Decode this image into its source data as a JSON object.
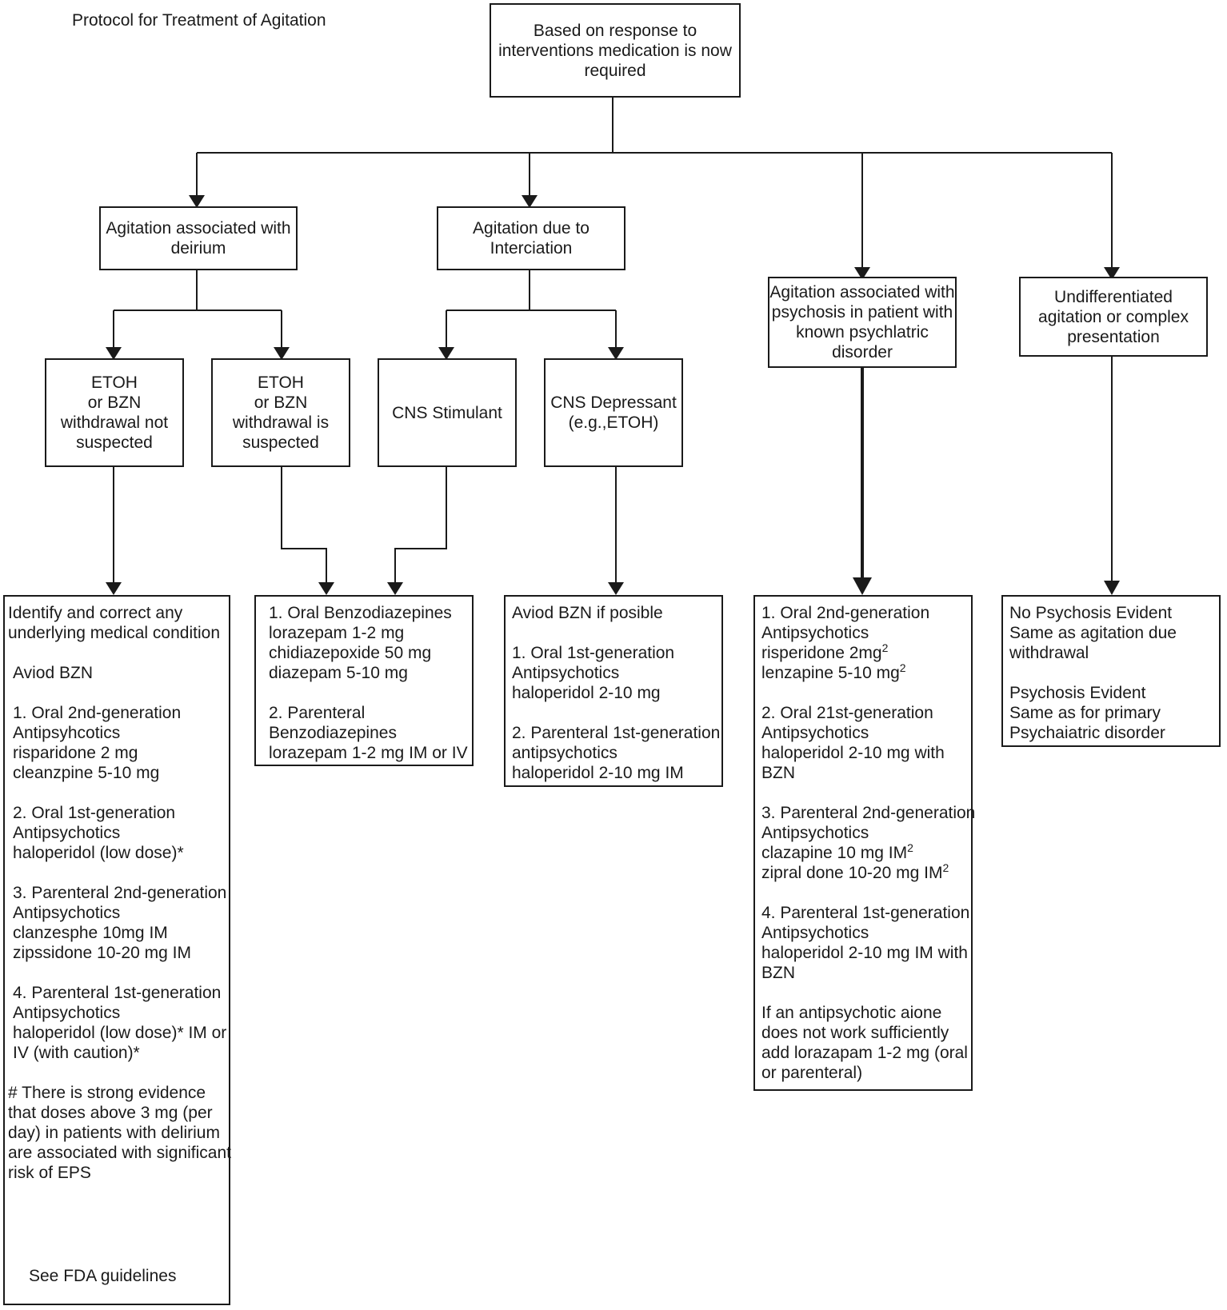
{
  "title": "Protocol for Treatment of Agitation",
  "root": {
    "lines": [
      "Based on response to",
      "interventions medication is now",
      "required"
    ]
  },
  "delirium": {
    "lines": [
      "Agitation associated with",
      "deirium"
    ]
  },
  "intoxication": {
    "lines": [
      "Agitation due to",
      "Interciation"
    ]
  },
  "psychosis": {
    "lines": [
      "Agitation associated with",
      "psychosis in patient with",
      "known psychlatric",
      "disorder"
    ]
  },
  "undifferentiated": {
    "lines": [
      "Undifferentiated",
      "agitation or complex",
      "presentation"
    ]
  },
  "etoh_not": {
    "lines": [
      "ETOH",
      "or BZN",
      "withdrawal not",
      "suspected"
    ]
  },
  "etoh_is": {
    "lines": [
      "ETOH",
      "or BZN",
      "withdrawal is",
      "suspected"
    ]
  },
  "cns_stim": {
    "lines": [
      "CNS Stimulant"
    ]
  },
  "cns_dep": {
    "lines": [
      "CNS Depressant",
      "(e.g.,ETOH)"
    ]
  },
  "box_delirium": {
    "lines": [
      "Identify and correct any",
      "underlying medical condition",
      " Aviod BZN",
      " 1. Oral 2nd-generation",
      " Antipsyhcotics",
      " risparidone 2 mg",
      " cleanzpine 5-10 mg",
      " 2. Oral 1st-generation",
      " Antipsychotics",
      " haloperidol (low dose)*",
      " 3. Parenteral 2nd-generation",
      " Antipsychotics",
      " clanzesphe 10mg IM",
      " zipssidone 10-20 mg IM",
      " 4. Parenteral 1st-generation",
      " Antipsychotics",
      " haloperidol (low dose)* IM or",
      " IV (with caution)*",
      "# There is strong evidence",
      "that doses above 3 mg (per",
      "day) in patients with delirium",
      "are associated with significant",
      "risk of EPS",
      "See FDA guidelines"
    ]
  },
  "box_withdrawal": {
    "lines": [
      "1. Oral Benzodiazepines",
      "lorazepam 1-2 mg",
      "chidiazepoxide 50 mg",
      "diazepam 5-10 mg",
      "2. Parenteral",
      "Benzodiazepines",
      "lorazepam 1-2 mg IM or IV"
    ]
  },
  "box_depressant": {
    "lines": [
      "Aviod BZN if posible",
      "1. Oral 1st-generation",
      "Antipsychotics",
      "haloperidol 2-10 mg",
      "2. Parenteral 1st-generation",
      "antipsychotics",
      "haloperidol 2-10 mg IM"
    ]
  },
  "box_psychosis": {
    "lines": [
      "1. Oral 2nd-generation",
      "Antipsychotics",
      "risperidone 2mg",
      "lenzapine 5-10 mg",
      "2. Oral 21st-generation",
      "Antipsychotics",
      "haloperidol 2-10 mg with",
      "BZN",
      "3. Parenteral 2nd-generation",
      "Antipsychotics",
      "clazapine 10 mg IM",
      "zipral done 10-20 mg IM",
      "4. Parenteral 1st-generation",
      "Antipsychotics",
      "haloperidol 2-10 mg IM with",
      "BZN",
      "If an antipsychotic aione",
      "does not work sufficiently",
      "add lorazapam 1-2 mg (oral",
      "or parenteral)"
    ],
    "superscript": "2"
  },
  "box_undiff": {
    "lines": [
      "No Psychosis Evident",
      "Same as agitation due",
      "withdrawal",
      "Psychosis Evident",
      "Same as for primary",
      "Psychaiatric disorder"
    ]
  }
}
